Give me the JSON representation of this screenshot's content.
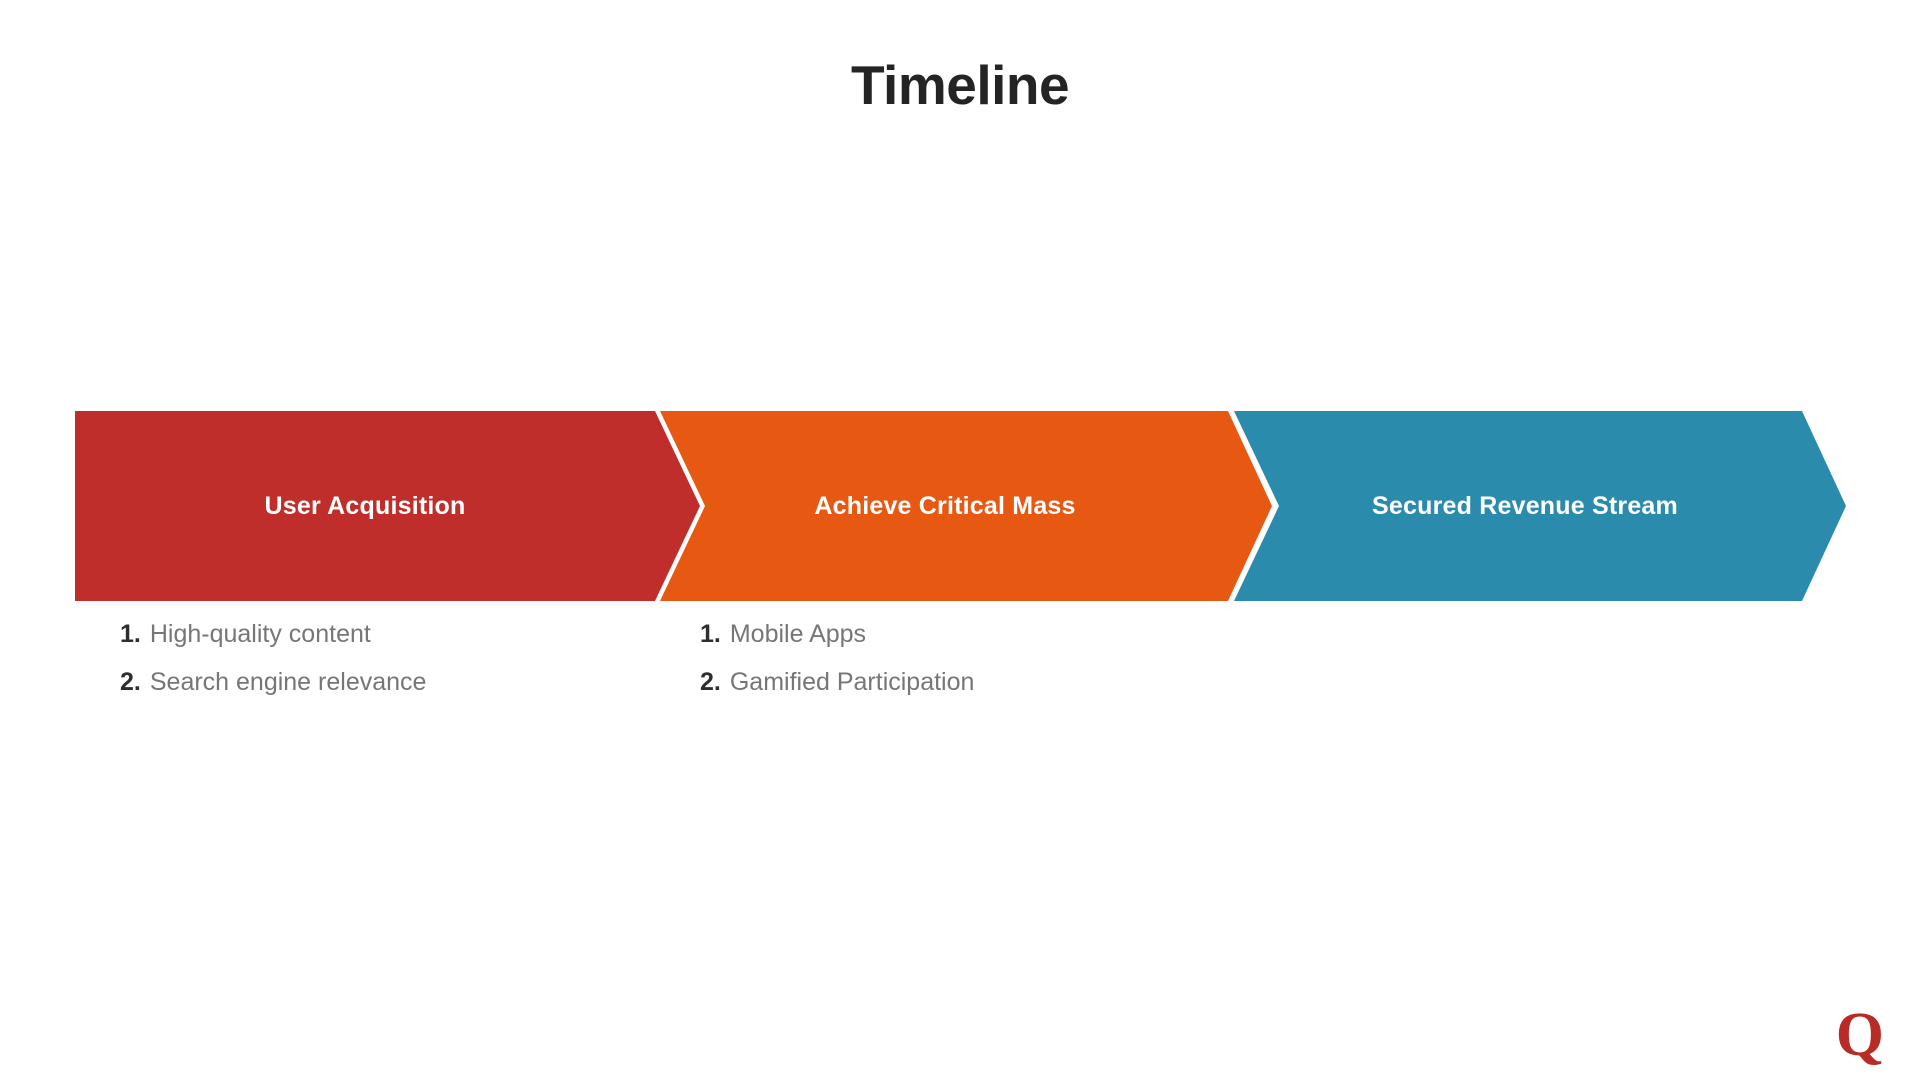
{
  "slide": {
    "title": "Timeline",
    "background_color": "#ffffff",
    "title_color": "#242424"
  },
  "timeline": {
    "stages": [
      {
        "label": "User Acquisition",
        "color": "#bf2e2a",
        "label_color": "#ffffff",
        "items": [
          {
            "number": "1.",
            "text": "High-quality content"
          },
          {
            "number": "2.",
            "text": "Search engine relevance"
          }
        ]
      },
      {
        "label": "Achieve Critical Mass",
        "color": "#e75813",
        "label_color": "#ffffff",
        "items": [
          {
            "number": "1.",
            "text": "Mobile Apps"
          },
          {
            "number": "2.",
            "text": "Gamified Participation"
          }
        ]
      },
      {
        "label": "Secured Revenue Stream",
        "color": "#2b8bad",
        "label_color": "#ffffff",
        "items": []
      }
    ]
  },
  "branding": {
    "logo_letter": "Q",
    "logo_color": "#b92b27"
  }
}
